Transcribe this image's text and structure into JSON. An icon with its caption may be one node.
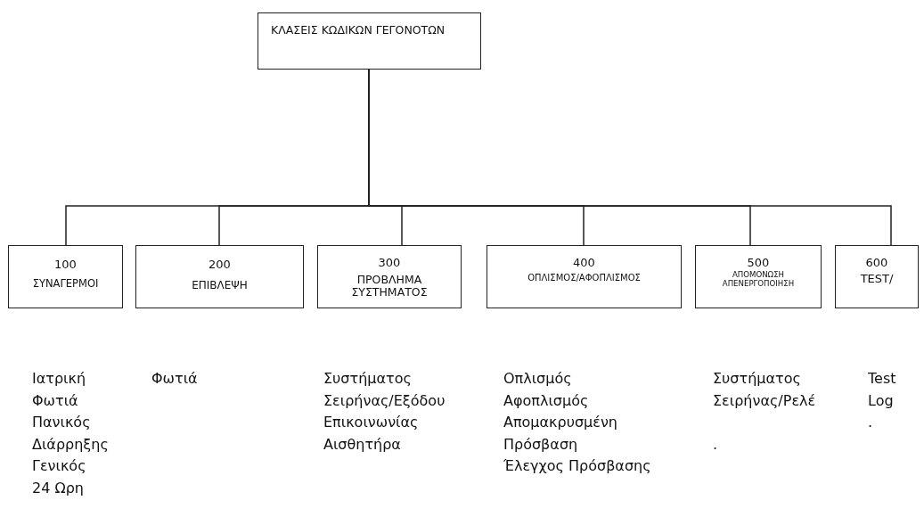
{
  "diagram": {
    "nodes": [
      {
        "text": [
          "ΚΛΑΣΕΙΣ ΚΩΔΙΚΩΝ ΓΕΓΟΝΟΤΩΝ"
        ]
      },
      {
        "text": [
          "100",
          "ΣΥΝΑΓΕΡΜΟΙ"
        ]
      },
      {
        "text": [
          "200",
          "ΕΠΙΒΛΕΨΗ"
        ]
      },
      {
        "text": [
          "300",
          "ΠΡΟΒΛΗΜΑ ΣΥΣΤΗΜΑΤΟΣ"
        ]
      },
      {
        "text": [
          "400",
          "ΟΠΛΙΣΜΟΣ/ΑΦΟΠΛΙΣΜΟΣ"
        ]
      },
      {
        "text": [
          "500",
          "ΑΠΟΜΟΝΩΣΗ ΑΠΕΝΕΡΓΟΠΟΙΗΣΗ"
        ]
      },
      {
        "text": [
          "600",
          "TEST/"
        ]
      }
    ],
    "edges": [
      {
        "from": 0,
        "to": 1,
        "arrow": "none"
      },
      {
        "from": 0,
        "to": 2,
        "arrow": "none"
      },
      {
        "from": 0,
        "to": 3,
        "arrow": "none"
      },
      {
        "from": 0,
        "to": 4,
        "arrow": "none"
      },
      {
        "from": 0,
        "to": 5,
        "arrow": "none"
      },
      {
        "from": 0,
        "to": 6,
        "arrow": "none"
      }
    ],
    "labels": [
      "Ιατρική",
      "Φωτιά",
      "Συστήματος",
      "Οπλισμός",
      "Συστήματος",
      "Test",
      "Φωτιά",
      "Σειρήνας/Εξόδου",
      "Αφοπλισμός",
      "Σειρήνας/Ρελέ",
      "Log",
      "Πανικός",
      "Επικοινωνίας",
      "Απομακρυσμένη",
      ".",
      "Διάρρηξης",
      "Αισθητήρα",
      "Πρόσβαση",
      ".",
      "Γενικός",
      "Έλεγχος Πρόσβασης",
      "24 Ωρη"
    ]
  }
}
